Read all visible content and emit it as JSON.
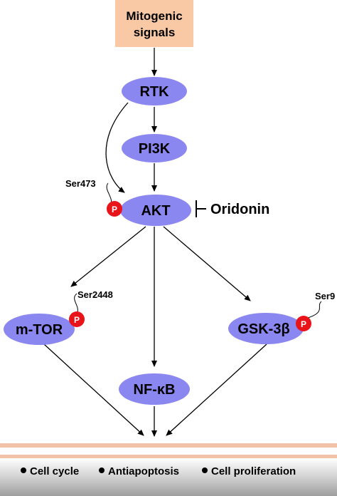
{
  "nodes": {
    "mitogenic": {
      "line1": "Mitogenic",
      "line2": "signals"
    },
    "rtk": "RTK",
    "pi3k": "PI3K",
    "akt": "AKT",
    "mtor": "m-TOR",
    "gsk3b": "GSK-3β",
    "nfkb": "NF-κB"
  },
  "inhibitor": "Oridonin",
  "phospho_sites": {
    "akt": "Ser473",
    "mtor": "Ser2448",
    "gsk3b": "Ser9"
  },
  "phospho_label": "P",
  "outcomes": [
    "Cell cycle",
    "Antiapoptosis",
    "Cell proliferation"
  ],
  "colors": {
    "node_fill": "#8B87F0",
    "signal_box": "#F9C9A6",
    "phospho": "#E8141A",
    "arrow": "#000000",
    "band_top": "#F2C2A8",
    "band_outcomes": "#C9C9C9"
  }
}
